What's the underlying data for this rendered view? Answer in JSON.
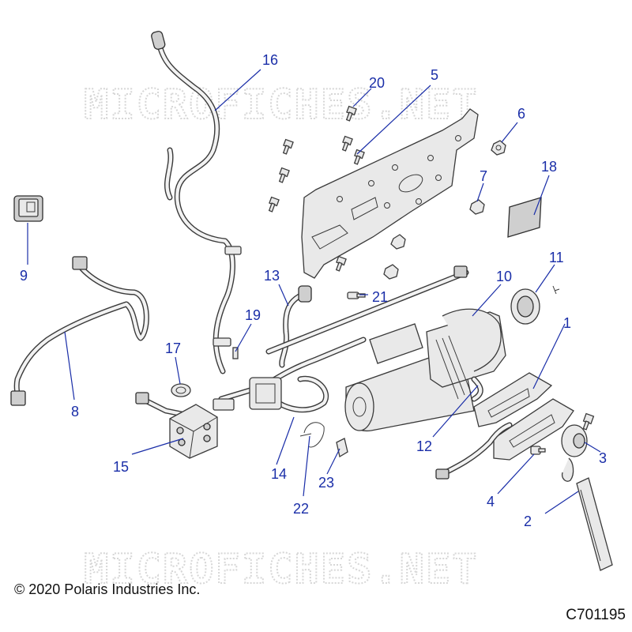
{
  "watermark": "MICROFICHES.NET",
  "copyright": "© 2020 Polaris Industries Inc.",
  "figure_id": "C701195",
  "callouts": {
    "c1": "1",
    "c2": "2",
    "c3": "3",
    "c4": "4",
    "c5": "5",
    "c6": "6",
    "c7": "7",
    "c8": "8",
    "c9": "9",
    "c10": "10",
    "c11": "11",
    "c12": "12",
    "c13": "13",
    "c14": "14",
    "c15": "15",
    "c16": "16",
    "c17": "17",
    "c18": "18",
    "c19": "19",
    "c20": "20",
    "c21": "21",
    "c22": "22",
    "c23": "23"
  },
  "colors": {
    "callout": "#1a2ea8",
    "linework": "#3a3a3a",
    "watermark": "#d7d7d7"
  }
}
